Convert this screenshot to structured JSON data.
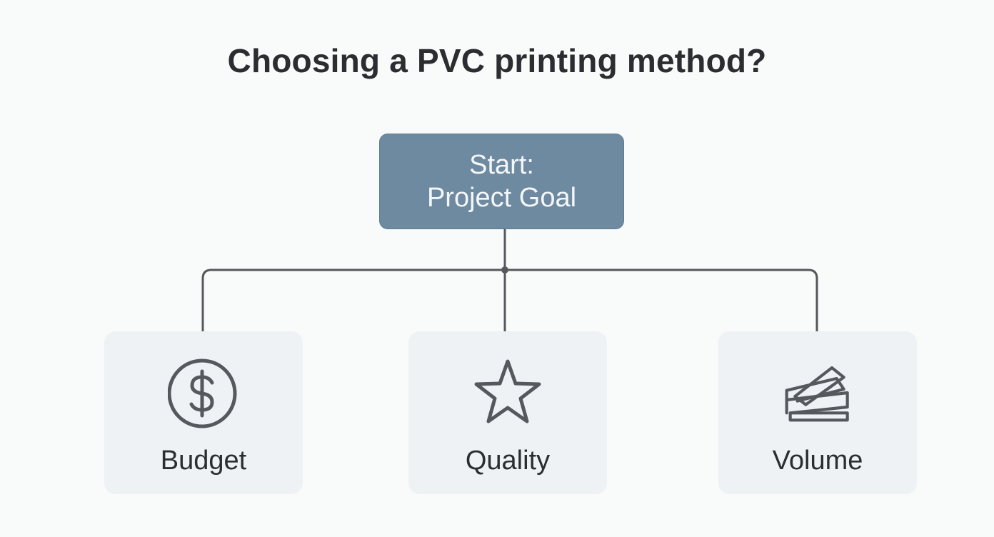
{
  "title": "Choosing a PVC printing method?",
  "start_node": {
    "line1": "Start:",
    "line2": "Project Goal"
  },
  "options": [
    {
      "label": "Budget",
      "icon": "dollar-coin-icon"
    },
    {
      "label": "Quality",
      "icon": "star-icon"
    },
    {
      "label": "Volume",
      "icon": "stacked-cards-icon"
    }
  ],
  "colors": {
    "background": "#f9fafa",
    "start_node": "#6e8aa1",
    "start_text": "#f4f7fa",
    "card": "#eef2f5",
    "line": "#55585c",
    "text": "#2b2d31"
  }
}
